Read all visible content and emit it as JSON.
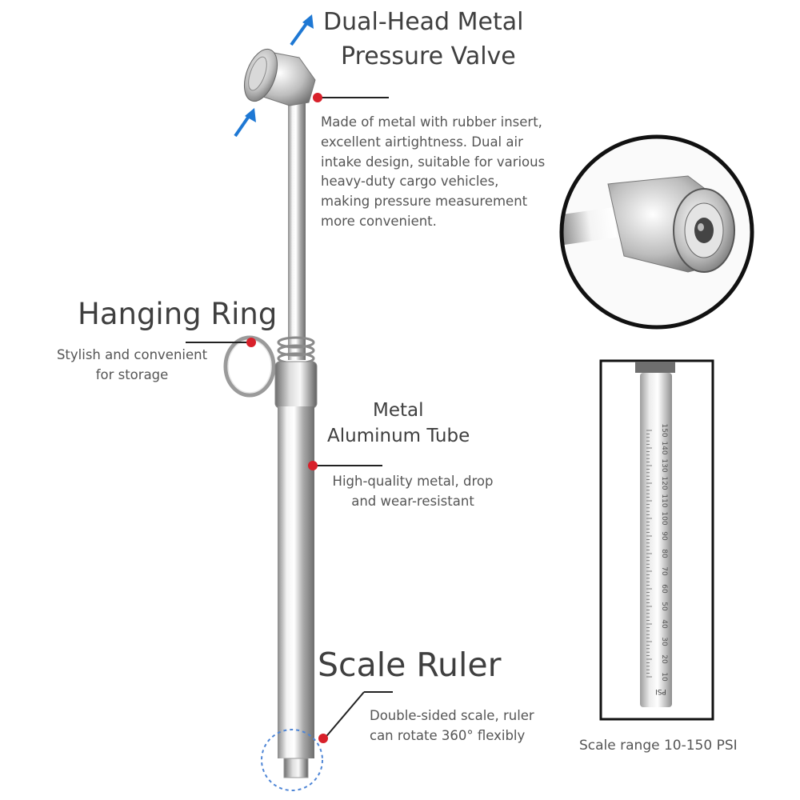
{
  "valve": {
    "title_line1": "Dual-Head Metal",
    "title_line2": "Pressure Valve",
    "desc_lines": [
      "Made of metal with rubber insert,",
      "excellent airtightness. Dual air",
      "intake design, suitable for various",
      "heavy-duty cargo vehicles,",
      "making pressure measurement",
      "more convenient."
    ]
  },
  "ring": {
    "title": "Hanging Ring",
    "desc_lines": [
      "Stylish and convenient",
      "for storage"
    ]
  },
  "tube": {
    "title_line1": "Metal",
    "title_line2": "Aluminum Tube",
    "desc_lines": [
      "High-quality metal, drop",
      "and wear-resistant"
    ]
  },
  "ruler": {
    "title": "Scale Ruler",
    "desc_lines": [
      "Double-sided scale, ruler",
      "can rotate 360° flexibly"
    ]
  },
  "scale_panel": {
    "caption": "Scale range 10-150 PSI",
    "ticks": [
      "150",
      "140",
      "130",
      "120",
      "110",
      "100",
      "90",
      "80",
      "70",
      "60",
      "50",
      "40",
      "30",
      "20",
      "10"
    ],
    "unit": "PSI"
  },
  "colors": {
    "accent_dot": "#d8202a",
    "arrow": "#1e78d4",
    "text": "#4a4a4a"
  },
  "icons": {
    "callout_arrow": "arrow-icon",
    "callout_dot": "red-dot-icon"
  }
}
